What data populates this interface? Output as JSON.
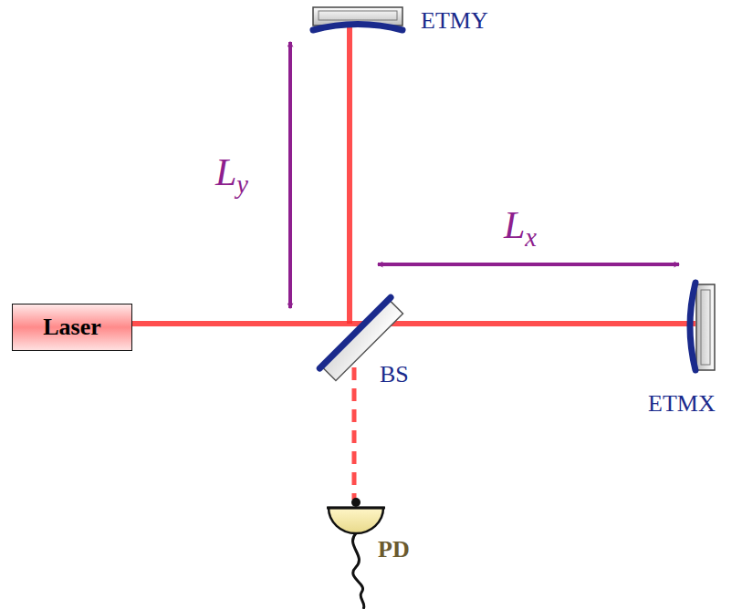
{
  "diagram": {
    "nodes": [
      {
        "text": [
          "Laser"
        ]
      }
    ],
    "labels": [
      "ETMY",
      "Ly",
      "Lx",
      "BS",
      "ETMX",
      "PD"
    ]
  }
}
